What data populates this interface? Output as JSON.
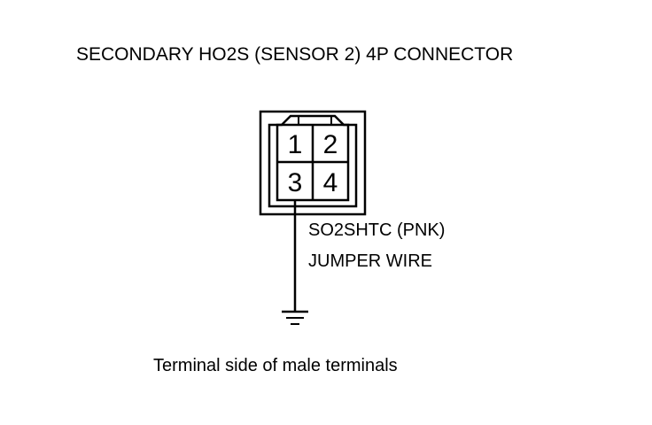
{
  "diagram": {
    "title": "SECONDARY HO2S (SENSOR 2) 4P CONNECTOR",
    "connector": {
      "pins": [
        {
          "number": "1"
        },
        {
          "number": "2"
        },
        {
          "number": "3"
        },
        {
          "number": "4"
        }
      ]
    },
    "wire": {
      "signal_label": "SO2SHTC (PNK)",
      "jumper_label": "JUMPER WIRE"
    },
    "caption": "Terminal side of male terminals",
    "colors": {
      "line": "#000000",
      "background": "#ffffff"
    }
  }
}
